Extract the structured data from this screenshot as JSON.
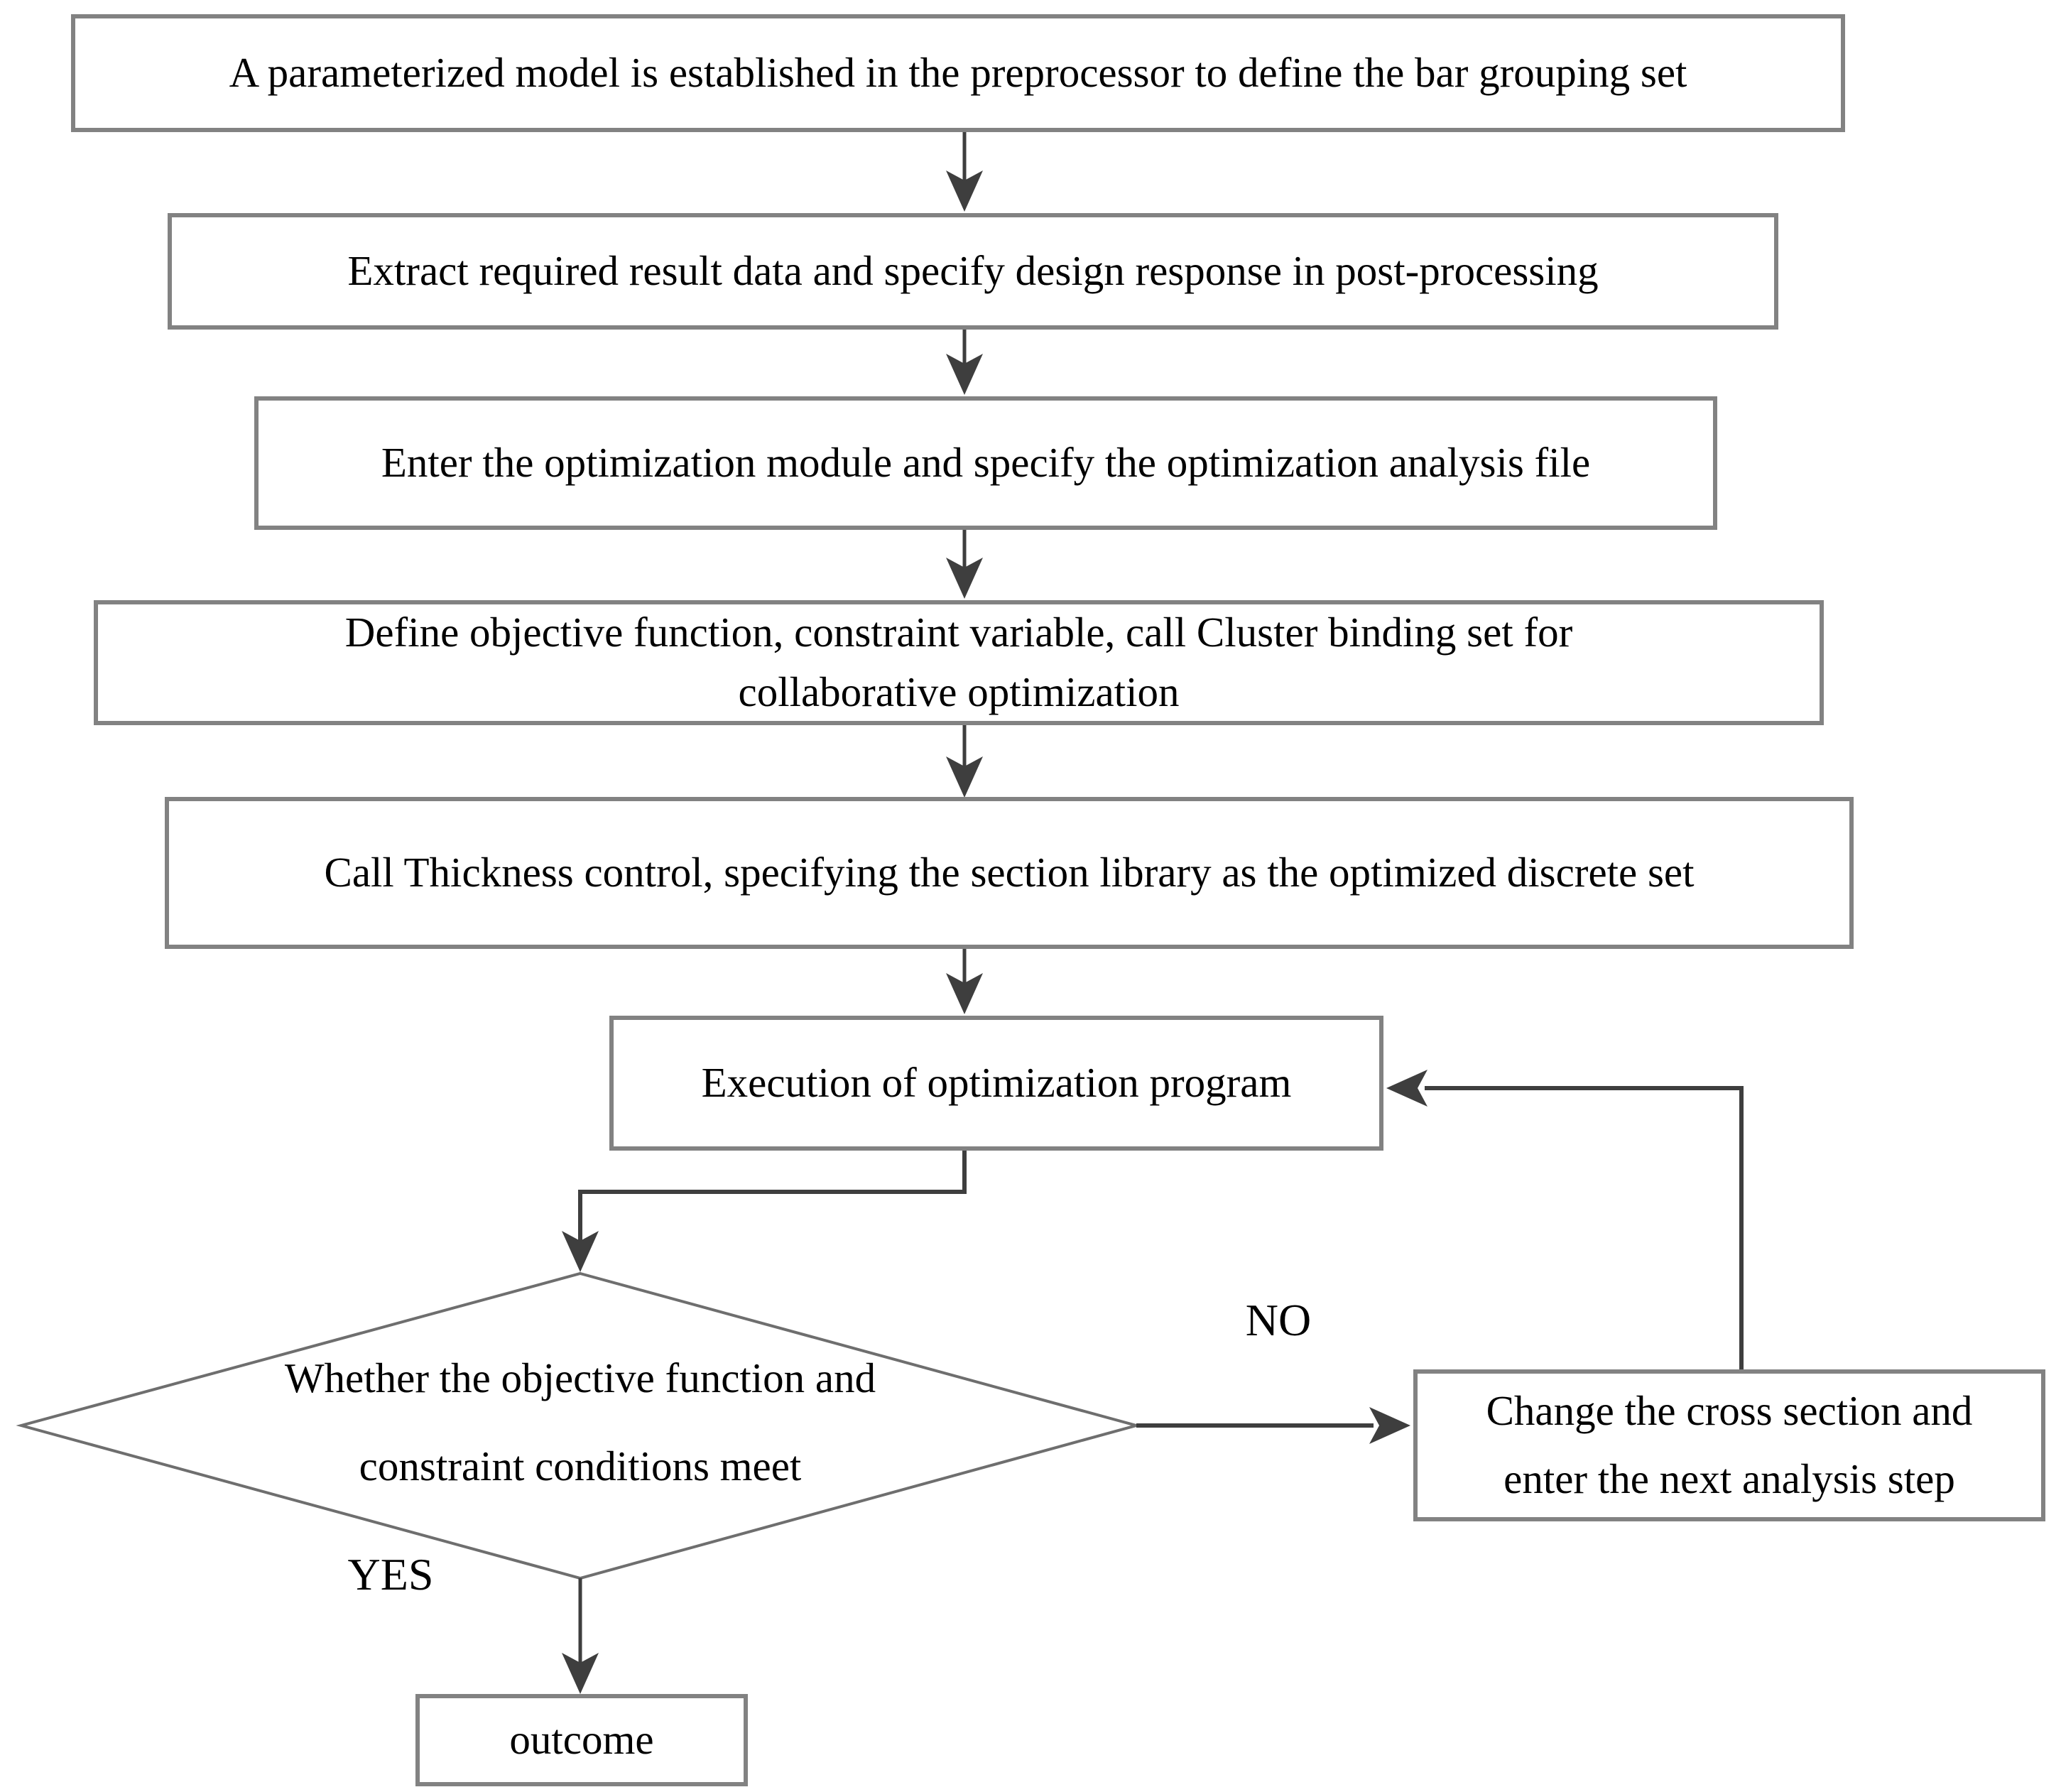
{
  "flowchart": {
    "process_steps": [
      {
        "id": "step-1",
        "lines": [
          "A parameterized model is established in the preprocessor to define the bar grouping set"
        ]
      },
      {
        "id": "step-2",
        "lines": [
          "Extract required result data and specify design response in post-processing"
        ]
      },
      {
        "id": "step-3",
        "lines": [
          "Enter the optimization module and specify the optimization analysis file"
        ]
      },
      {
        "id": "step-4",
        "lines": [
          "Define objective function, constraint variable, call Cluster binding set for",
          "collaborative optimization"
        ]
      },
      {
        "id": "step-5",
        "lines": [
          "Call Thickness control, specifying the section library as the optimized discrete set"
        ]
      },
      {
        "id": "step-6",
        "lines": [
          "Execution of optimization program"
        ]
      },
      {
        "id": "step-7",
        "lines": [
          "Change the cross section and",
          "enter the next analysis step"
        ]
      },
      {
        "id": "step-8",
        "lines": [
          "outcome"
        ]
      }
    ],
    "decision": {
      "id": "decision-1",
      "lines": [
        "Whether the objective function and",
        "constraint conditions meet"
      ]
    },
    "branch_labels": {
      "yes": "YES",
      "no": "NO"
    },
    "edges": [
      {
        "from": "step-1",
        "to": "step-2",
        "label": ""
      },
      {
        "from": "step-2",
        "to": "step-3",
        "label": ""
      },
      {
        "from": "step-3",
        "to": "step-4",
        "label": ""
      },
      {
        "from": "step-4",
        "to": "step-5",
        "label": ""
      },
      {
        "from": "step-5",
        "to": "step-6",
        "label": ""
      },
      {
        "from": "step-6",
        "to": "decision-1",
        "label": ""
      },
      {
        "from": "decision-1",
        "to": "step-7",
        "label": "NO"
      },
      {
        "from": "step-7",
        "to": "step-6",
        "label": ""
      },
      {
        "from": "decision-1",
        "to": "step-8",
        "label": "YES"
      }
    ]
  },
  "colors": {
    "background": "#ffffff",
    "box_border": "#828282",
    "diamond_border": "#6e6e6e",
    "connector": "#3e3e3e",
    "text": "#000000"
  }
}
